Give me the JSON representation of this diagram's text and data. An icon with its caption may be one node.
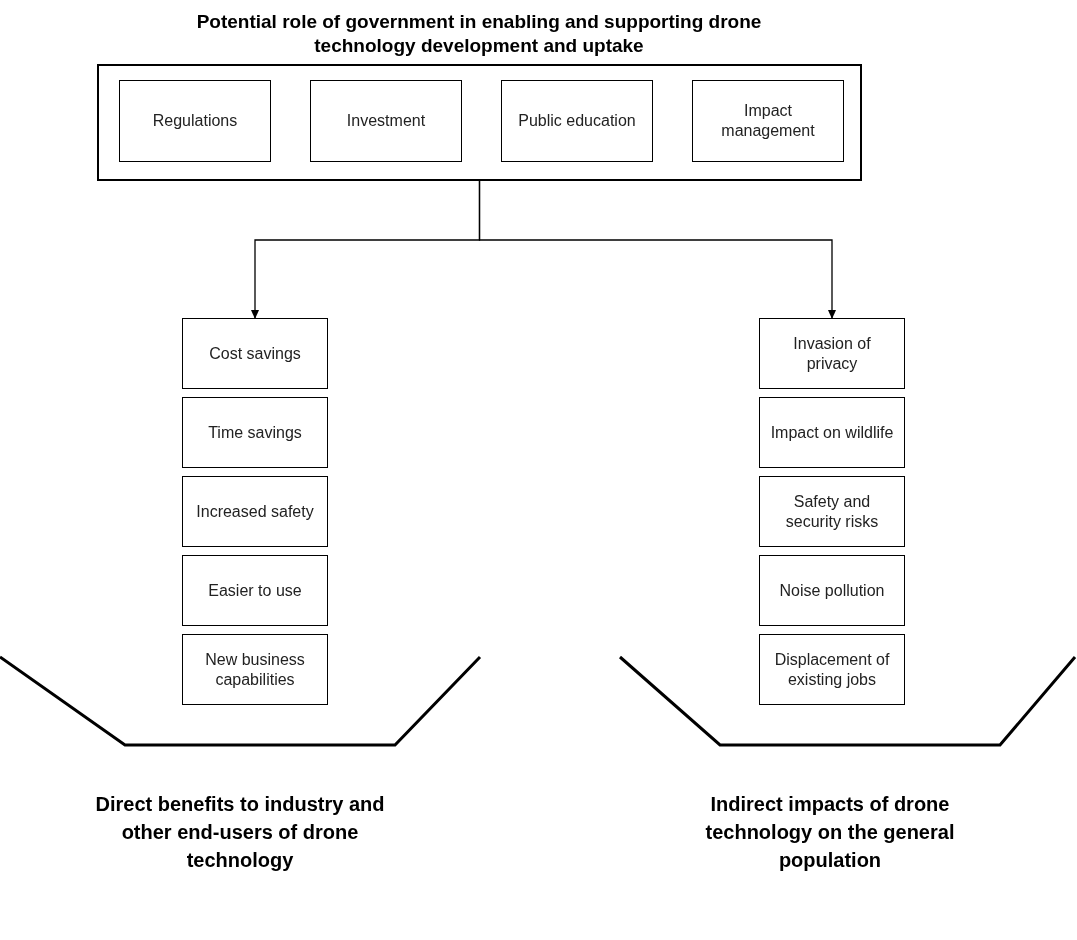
{
  "diagram": {
    "nodes": [
      {
        "text": [
          "Potential role of government in enabling and supporting drone technology development and uptake"
        ]
      },
      {
        "text": [
          "Regulations"
        ],
        "in": 0
      },
      {
        "text": [
          "Investment"
        ],
        "in": 0
      },
      {
        "text": [
          "Public education"
        ],
        "in": 0
      },
      {
        "text": [
          "Impact management"
        ],
        "in": 0
      },
      {
        "text": [
          "Cost savings"
        ]
      },
      {
        "text": [
          "Time savings"
        ]
      },
      {
        "text": [
          "Increased safety"
        ]
      },
      {
        "text": [
          "Easier to use"
        ]
      },
      {
        "text": [
          "New business capabilities"
        ]
      },
      {
        "text": [
          "Invasion of privacy"
        ]
      },
      {
        "text": [
          "Impact on wildlife"
        ]
      },
      {
        "text": [
          "Safety and security risks"
        ]
      },
      {
        "text": [
          "Noise pollution"
        ]
      },
      {
        "text": [
          "Displacement of existing jobs"
        ]
      }
    ],
    "edges": [
      {
        "from": 0,
        "to": 5,
        "arrow": "to"
      },
      {
        "from": 0,
        "to": 10,
        "arrow": "to"
      }
    ],
    "labels": [
      "Direct benefits to industry and other end-users of drone technology",
      "Indirect impacts of drone technology on the general population"
    ]
  }
}
